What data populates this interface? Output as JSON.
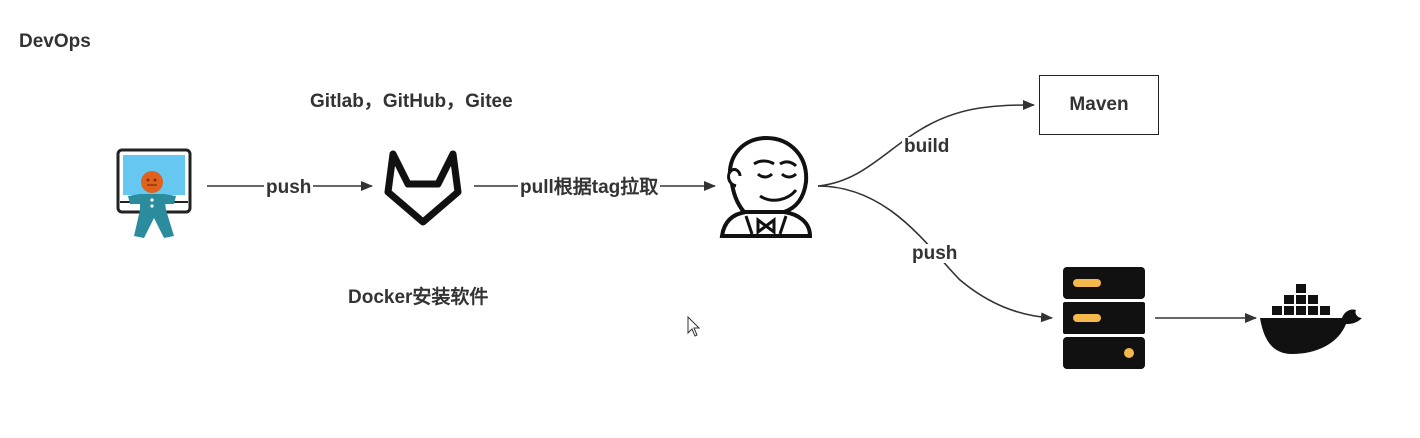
{
  "title": "DevOps",
  "repos_label": "Gitlab，GitHub，Gitee",
  "docker_install_label": "Docker安装软件",
  "edges": {
    "dev_to_git": "push",
    "git_to_jenkins": "pull根据tag拉取",
    "jenkins_to_maven": "build",
    "jenkins_to_registry": "push"
  },
  "nodes": {
    "developer": "developer-icon",
    "gitlab": "gitlab-icon",
    "jenkins": "jenkins-icon",
    "maven": "Maven",
    "registry": "server-icon",
    "docker": "docker-icon"
  },
  "colors": {
    "stroke": "#333333",
    "monitor_screen": "#66c8f0",
    "person": "#2a8c9c",
    "head": "#e0601e",
    "server_led": "#f4b94a"
  }
}
